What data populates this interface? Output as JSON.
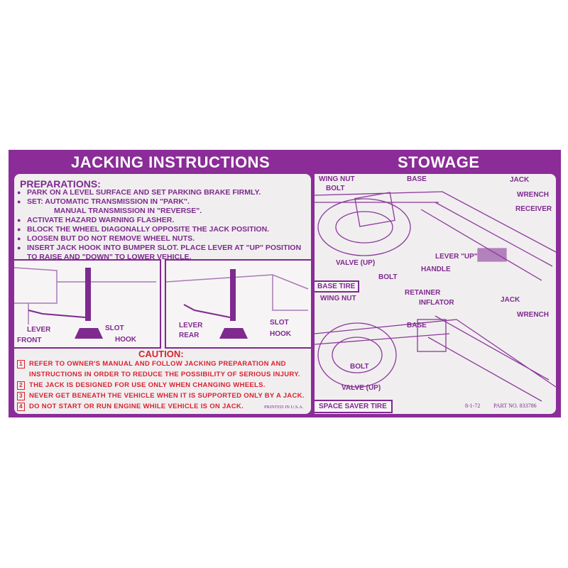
{
  "left": {
    "title": "JACKING INSTRUCTIONS",
    "preparations_heading": "PREPARATIONS:",
    "preparations": [
      "PARK ON A LEVEL SURFACE AND SET PARKING BRAKE FIRMLY.",
      "SET: AUTOMATIC TRANSMISSION IN \"PARK\".",
      "ACTIVATE HAZARD WARNING FLASHER.",
      "BLOCK THE WHEEL DIAGONALLY OPPOSITE THE JACK POSITION.",
      "LOOSEN BUT DO NOT REMOVE WHEEL NUTS.",
      "INSERT JACK HOOK INTO BUMPER SLOT. PLACE LEVER AT \"UP\" POSITION TO RAISE AND \"DOWN\" TO LOWER VEHICLE."
    ],
    "manual_line": "MANUAL TRANSMISSION IN \"REVERSE\".",
    "front_diagram": {
      "lever": "LEVER",
      "slot": "SLOT",
      "hook": "HOOK",
      "position": "FRONT"
    },
    "rear_diagram": {
      "lever": "LEVER",
      "slot": "SLOT",
      "hook": "HOOK",
      "position": "REAR"
    },
    "caution_heading": "CAUTION:",
    "cautions": [
      {
        "num": "1",
        "text": "REFER TO OWNER'S MANUAL AND FOLLOW JACKING PREPARATION AND"
      },
      {
        "num": "",
        "text": "INSTRUCTIONS IN ORDER TO REDUCE THE POSSIBILITY OF SERIOUS INJURY."
      },
      {
        "num": "2",
        "text": "THE JACK IS DESIGNED FOR USE ONLY WHEN CHANGING WHEELS."
      },
      {
        "num": "3",
        "text": "NEVER GET BENEATH THE VEHICLE WHEN IT IS SUPPORTED ONLY BY A JACK."
      },
      {
        "num": "4",
        "text": "DO NOT START OR RUN ENGINE WHILE VEHICLE IS ON JACK."
      }
    ],
    "printed": "PRINTED IN U.S.A."
  },
  "right": {
    "title": "STOWAGE",
    "base_tire": {
      "caption": "BASE TIRE",
      "labels": {
        "wing_nut": "WING NUT",
        "bolt": "BOLT",
        "base": "BASE",
        "jack": "JACK",
        "wrench": "WRENCH",
        "receiver": "RECEIVER",
        "lever_up": "LEVER \"UP\"",
        "handle": "HANDLE",
        "valve": "VALVE (UP)",
        "bolt2": "BOLT"
      }
    },
    "space_saver": {
      "caption": "SPACE SAVER TIRE",
      "labels": {
        "wing_nut": "WING NUT",
        "retainer": "RETAINER",
        "inflator": "INFLATOR",
        "base": "BASE",
        "jack": "JACK",
        "wrench": "WRENCH",
        "bolt": "BOLT",
        "valve": "VALVE (UP)"
      }
    },
    "date": "8-1-72",
    "part_no": "PART NO. 833786"
  },
  "colors": {
    "purple": "#8b2c98",
    "red": "#d8232f",
    "panel": "#f1eef0"
  }
}
